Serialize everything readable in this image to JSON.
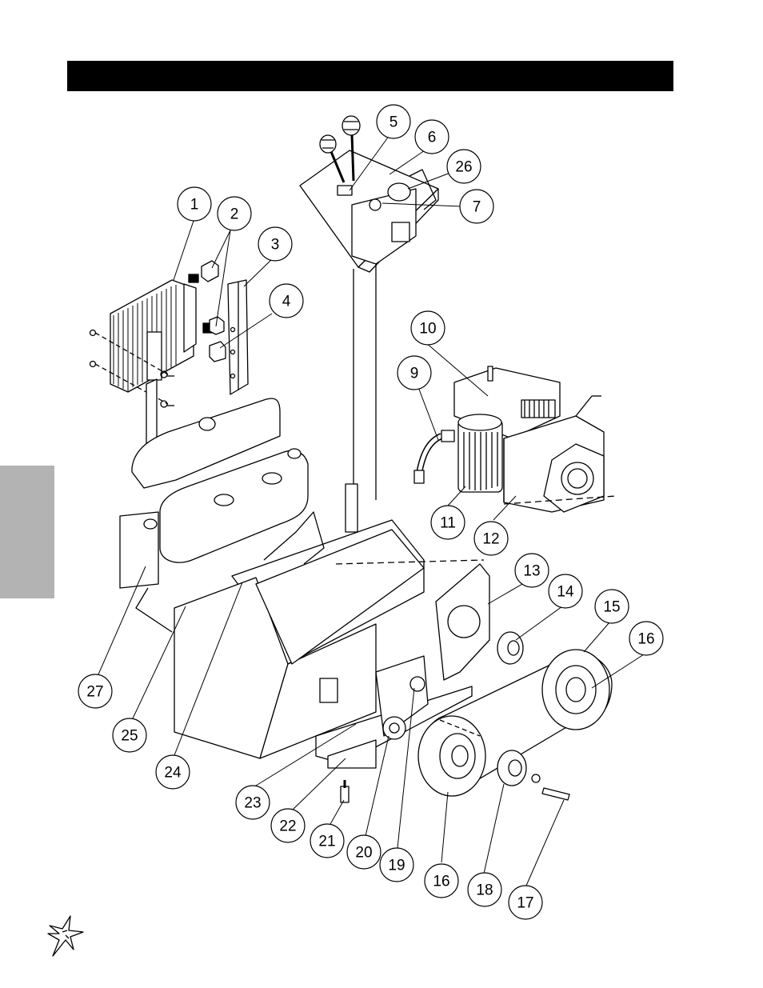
{
  "diagram": {
    "callouts": [
      {
        "label": "1"
      },
      {
        "label": "2"
      },
      {
        "label": "3"
      },
      {
        "label": "4"
      },
      {
        "label": "5"
      },
      {
        "label": "6"
      },
      {
        "label": "26"
      },
      {
        "label": "7"
      },
      {
        "label": "10"
      },
      {
        "label": "9"
      },
      {
        "label": "11"
      },
      {
        "label": "12"
      },
      {
        "label": "13"
      },
      {
        "label": "14"
      },
      {
        "label": "15"
      },
      {
        "label": "16"
      },
      {
        "label": "27"
      },
      {
        "label": "25"
      },
      {
        "label": "24"
      },
      {
        "label": "23"
      },
      {
        "label": "22"
      },
      {
        "label": "21"
      },
      {
        "label": "20"
      },
      {
        "label": "19"
      },
      {
        "label": "16"
      },
      {
        "label": "18"
      },
      {
        "label": "17"
      }
    ]
  },
  "colors": {
    "header": "#000000",
    "side_tab": "#b3b3b3",
    "line": "#000000"
  },
  "icons": {
    "logo": "star-burst-logo-icon"
  }
}
